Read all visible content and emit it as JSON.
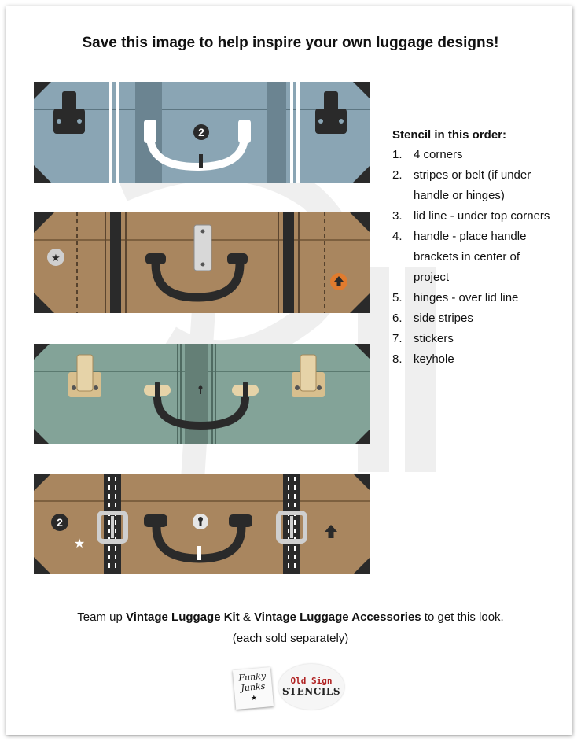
{
  "title": "Save this image to help inspire your own luggage designs!",
  "colors": {
    "suitcase_blue": "#8aa5b4",
    "suitcase_brown": "#a9865f",
    "suitcase_green": "#83a398",
    "suitcase_tan": "#a9865f",
    "ink": "#2a2a2a",
    "brass": "#d8bf8e",
    "sticker_orange": "#e07b2e"
  },
  "suitcases": [
    {
      "name": "blue suitcase",
      "sticker_number": "2"
    },
    {
      "name": "brown suitcase"
    },
    {
      "name": "green suitcase"
    },
    {
      "name": "tan suitcase",
      "sticker_number": "2"
    }
  ],
  "steps": {
    "heading": "Stencil in this order:",
    "items": [
      {
        "num": "1.",
        "lines": [
          "4 corners"
        ]
      },
      {
        "num": "2.",
        "lines": [
          "stripes or belt (if under",
          "handle or hinges)"
        ]
      },
      {
        "num": "3.",
        "lines": [
          "lid line - under top corners"
        ]
      },
      {
        "num": "4.",
        "lines": [
          "handle - place handle",
          "brackets in center of",
          "project"
        ]
      },
      {
        "num": "5.",
        "lines": [
          "hinges - over lid line"
        ]
      },
      {
        "num": "6.",
        "lines": [
          "side stripes"
        ]
      },
      {
        "num": "7.",
        "lines": [
          "stickers"
        ]
      },
      {
        "num": "8.",
        "lines": [
          "keyhole"
        ]
      }
    ]
  },
  "footer": {
    "pre": "Team up ",
    "kit": "Vintage Luggage Kit",
    "amp": " & ",
    "accessories": "Vintage Luggage Accessories",
    "post": " to get this look.",
    "note": "(each sold separately)"
  },
  "logos": {
    "funky_line1": "Funky",
    "funky_line2": "Junks",
    "funky_star": "★",
    "oldsign_line1": "Old Sign",
    "oldsign_line2": "STENCILS"
  }
}
